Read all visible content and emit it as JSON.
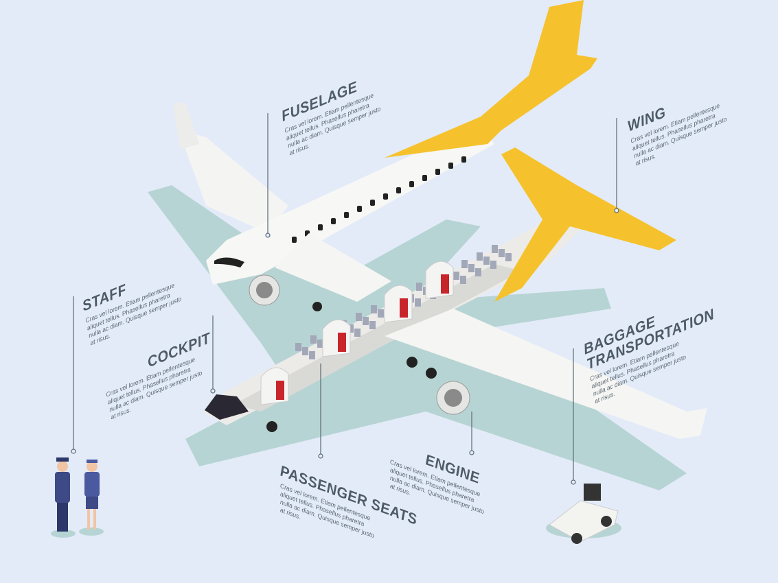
{
  "callouts": {
    "fuselage": {
      "title": "FUSELAGE",
      "body": "Cras vel lorem. Etiam pellentesque aliquet tellus. Phasellus pharetra nulla ac diam. Quisque semper justo at risus."
    },
    "wing": {
      "title": "WING",
      "body": "Cras vel lorem. Etiam pellentesque aliquet tellus. Phasellus pharetra nulla ac diam. Quisque semper justo at risus."
    },
    "staff": {
      "title": "STAFF",
      "body": "Cras vel lorem. Etiam pellentesque aliquet tellus. Phasellus pharetra nulla ac diam. Quisque semper justo at risus."
    },
    "cockpit": {
      "title": "COCKPIT",
      "body": "Cras vel lorem. Etiam pellentesque aliquet tellus. Phasellus pharetra nulla ac diam. Quisque semper justo at risus."
    },
    "baggage": {
      "title_line1": "BAGGAGE",
      "title_line2": "TRANSPORTATION",
      "body": "Cras vel lorem. Etiam pellentesque aliquet tellus. Phasellus pharetra nulla ac diam. Quisque semper justo at risus."
    },
    "seats": {
      "title": "PASSENGER SEATS",
      "body": "Cras vel lorem. Etiam pellentesque aliquet tellus. Phasellus pharetra nulla ac diam. Quisque semper justo at risus."
    },
    "engine": {
      "title": "ENGINE",
      "body": "Cras vel lorem. Etiam pellentesque aliquet tellus. Phasellus pharetra nulla ac diam. Quisque semper justo at risus."
    }
  },
  "colors": {
    "background": "#e3ebf8",
    "accent": "#f5c22e",
    "shadow": "#b5d3d3",
    "text": "#4d5b66",
    "seat_red": "#c8252b"
  }
}
